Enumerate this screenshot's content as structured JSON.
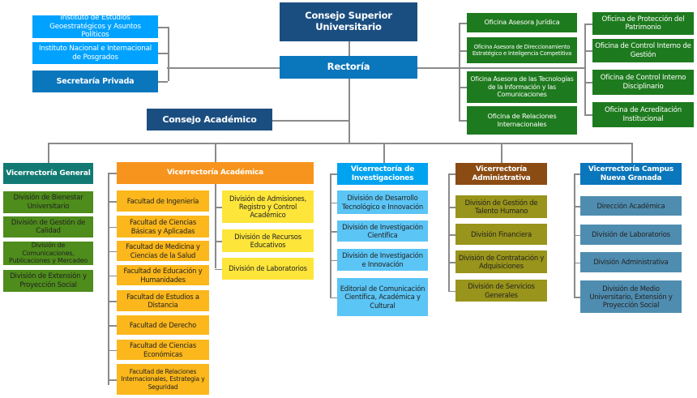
{
  "colors": {
    "dark_blue": "#1b4e80",
    "blue": "#0a76bc",
    "light_blue": "#00a2ff",
    "green_office": "#1e7a1e",
    "teal": "#127a72",
    "green_div": "#4e8c1b",
    "orange": "#f7941d",
    "amber": "#fbb71b",
    "yellow": "#fde53a",
    "cyan": "#00a3ef",
    "light_cyan": "#5bc5f5",
    "brown": "#8b4c14",
    "olive": "#99941b",
    "steel": "#4f8db0",
    "connector": "#8a8a8a"
  },
  "top": {
    "consejo_superior": "Consejo Superior Universitario",
    "rectoria": "Rectoría",
    "consejo_academico": "Consejo Académico"
  },
  "left_units": [
    "Instituto de Estudios Geoestratégicos y Asuntos Políticos",
    "Instituto Nacional e Internacional de Posgrados",
    "Secretaría Privada"
  ],
  "offices_left": [
    "Oficina Asesora Jurídica",
    "Oficina Asesora de Direccionamiento Estratégico e Inteligencia Competitiva",
    "Oficina Asesora de las Tecnologías de la Información y las Comunicaciones",
    "Oficina de Relaciones Internacionales"
  ],
  "offices_right": [
    "Oficina de Protección del Patrimonio",
    "Oficina de Control Interno de Gestión",
    "Oficina de Control Interno Disciplinario",
    "Oficina de Acreditación Institucional"
  ],
  "general": {
    "title": "Vicerrectoría General",
    "items": [
      "División de Bienestar Universitario",
      "División de Gestión de Calidad",
      "División de Comunicaciones, Publicaciones y Mercadeo",
      "División de Extensión y Proyección Social"
    ]
  },
  "academica": {
    "title": "Vicerrectoría Académica",
    "faculties": [
      "Facultad de Ingeniería",
      "Facultad de Ciencias Básicas y Aplicadas",
      "Facultad de Medicina y Ciencias de la Salud",
      "Facultad de Educación y Humanidades",
      "Facultad de Estudios a Distancia",
      "Facultad de Derecho",
      "Facultad de Ciencias Económicas",
      "Facultad de Relaciones Internacionales, Estrategia y Seguridad"
    ],
    "divisions": [
      "División de Admisiones, Registro y Control Académico",
      "División de Recursos Educativos",
      "División de Laboratorios"
    ]
  },
  "investigaciones": {
    "title": "Vicerrectoría de Investigaciones",
    "items": [
      "División de Desarrollo Tecnológico e Innovación",
      "División de Investigación Científica",
      "División de Investigación e Innovación",
      "Editorial de Comunicación Científica, Académica y Cultural"
    ]
  },
  "administrativa": {
    "title": "Vicerrectoría Administrativa",
    "items": [
      "División de Gestión de Talento Humano",
      "División Financiera",
      "División de Contratación y Adquisiciones",
      "División de Servicios Generales"
    ]
  },
  "campus": {
    "title": "Vicerrectoría Campus Nueva Granada",
    "items": [
      "Dirección Académica",
      "División de Laboratorios",
      "División Administrativa",
      "División de Medio Universitario, Extensión y Proyección Social"
    ]
  }
}
